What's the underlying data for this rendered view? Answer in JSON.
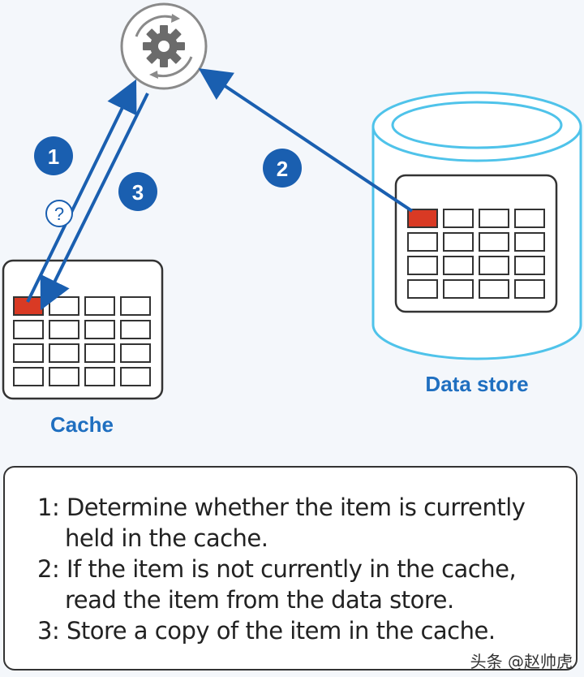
{
  "diagram": {
    "steps": [
      {
        "label": "1"
      },
      {
        "label": "2"
      },
      {
        "label": "3"
      }
    ],
    "question_mark": "?",
    "cache_label": "Cache",
    "data_store_label": "Data store",
    "colors": {
      "arrow": "#1a5fb0",
      "badge": "#1a5fb0",
      "label": "#1f6fc0",
      "cylinder": "#4fc3ea",
      "highlight_cell": "#d93a24",
      "grid_border": "#333333",
      "app_icon": "#666666"
    },
    "icons": {
      "app": "gear-cycle-icon"
    }
  },
  "legend": {
    "lines": [
      "1: Determine whether the item is currently",
      "held in the cache.",
      "2: If the item is not currently in the cache,",
      "read the item from the data store.",
      "3: Store a copy of the item in the cache."
    ]
  },
  "watermark": "头条 @赵帅虎"
}
